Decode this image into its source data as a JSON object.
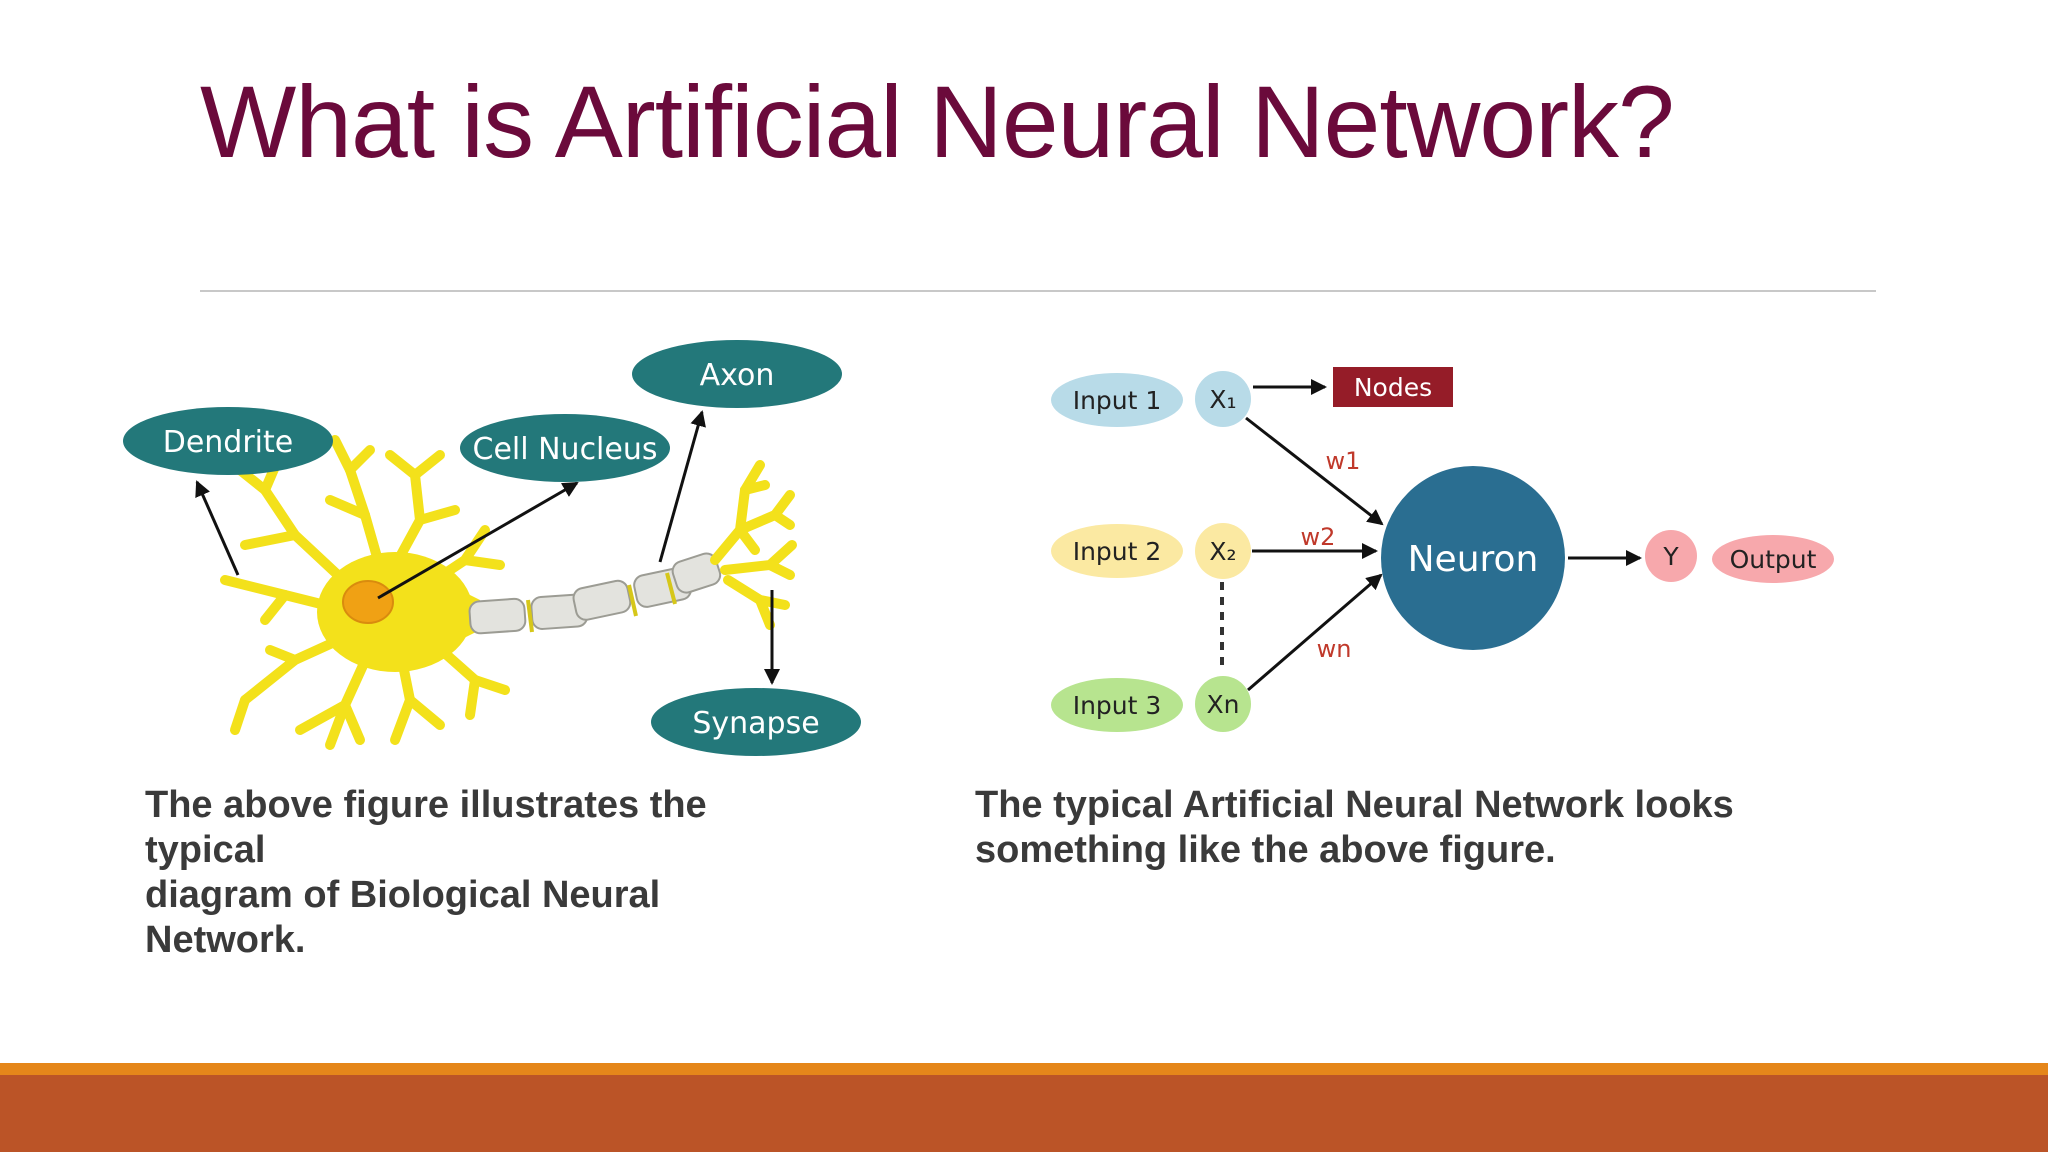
{
  "slide": {
    "title": "What is Artificial Neural Network?",
    "caption_left": "The above figure illustrates the typical\n diagram of Biological Neural Network.",
    "caption_right": "The typical Artificial Neural Network looks something like the above figure."
  },
  "bio_diagram": {
    "labels": {
      "dendrite": "Dendrite",
      "cell_nucleus": "Cell Nucleus",
      "axon": "Axon",
      "synapse": "Synapse"
    }
  },
  "ann_diagram": {
    "inputs": [
      "Input 1",
      "Input 2",
      "Input 3"
    ],
    "x_nodes": [
      "X₁",
      "X₂",
      "Xn"
    ],
    "weights": [
      "w1",
      "w2",
      "wn"
    ],
    "nodes_label": "Nodes",
    "neuron_label": "Neuron",
    "y_label": "Y",
    "output_label": "Output"
  },
  "colors": {
    "title": "#6b0a3b",
    "bio_label_fill": "#23787a",
    "neuron_fill": "#2a6e91",
    "nodes_box": "#951c28",
    "weight_text": "#c0392b",
    "footer_orange": "#e5861a",
    "footer_rust": "#bb5427"
  }
}
